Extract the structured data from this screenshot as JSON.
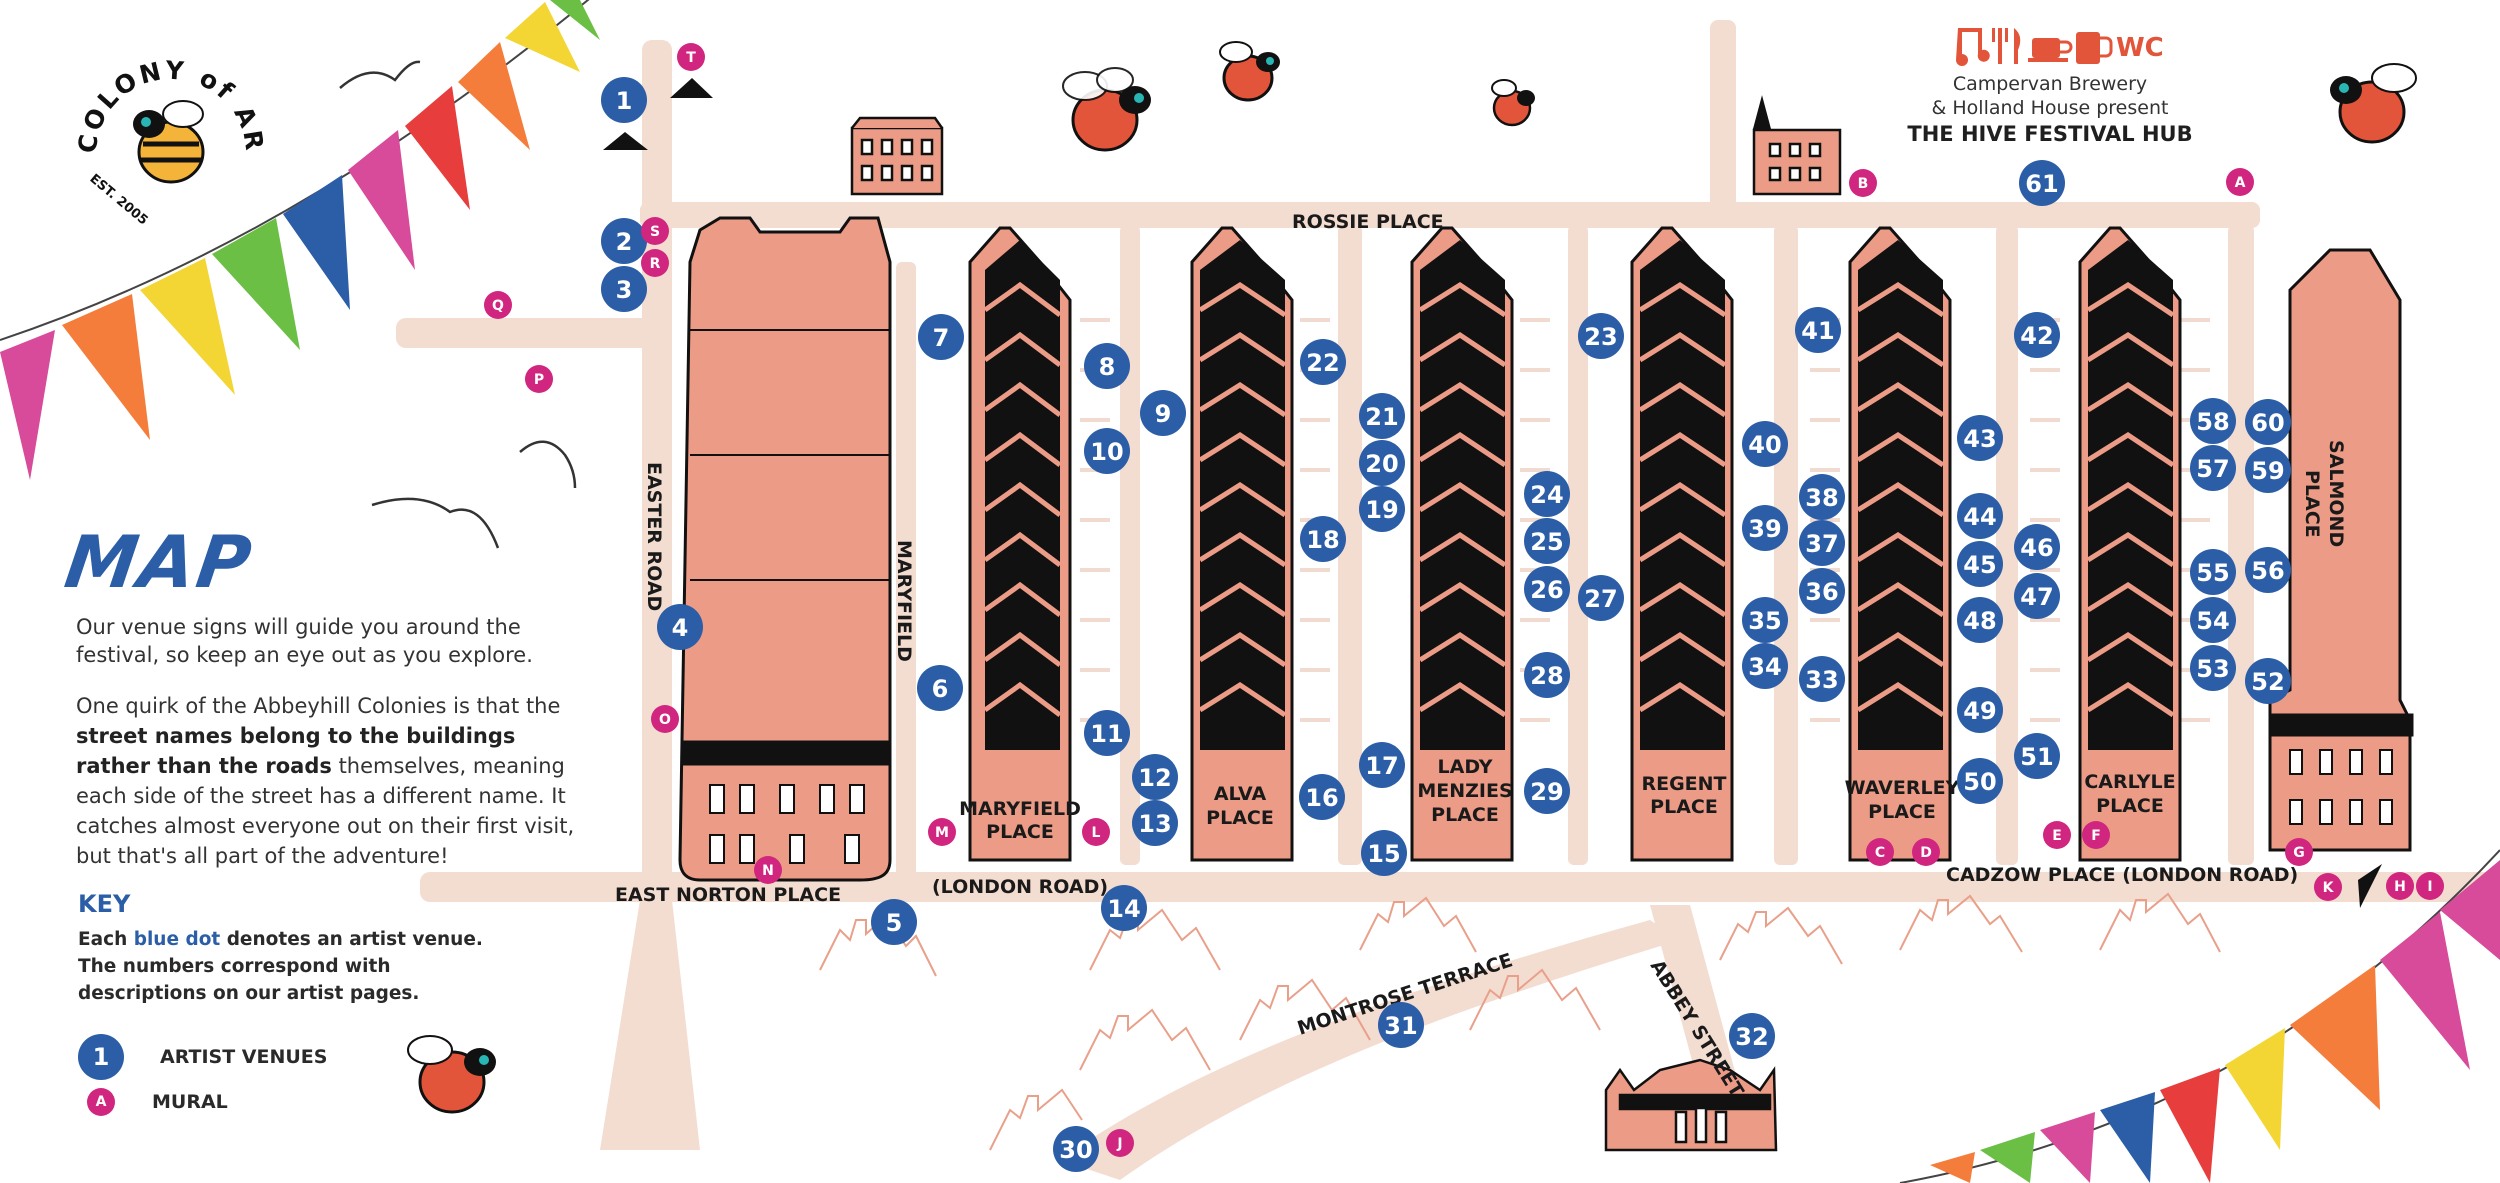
{
  "legend": {
    "title": "MAP",
    "intro_1": "Our venue signs will guide you around the festival, so keep an eye out as you explore.",
    "intro_2_a": "One quirk of the Abbeyhill Colonies is that the ",
    "intro_2_b": "street names belong to the buildings rather than the roads",
    "intro_2_c": " themselves, meaning each side of the street has a different name. It catches almost everyone out on their first visit, but that's all part of the adventure!",
    "key_title": "KEY",
    "key_desc_a": "Each ",
    "key_desc_blue": "blue dot",
    "key_desc_b": " denotes an artist venue. The numbers correspond with descriptions on our artist pages.",
    "key_venue_sample": "1",
    "key_venue_label": "ARTIST VENUES",
    "key_mural_sample": "A",
    "key_mural_label": "MURAL"
  },
  "logo": {
    "name_arc": "COLONY of ARTISTS",
    "est": "EST. 2005",
    "icon": "bee-icon"
  },
  "hub": {
    "icons": [
      "music-note-icon",
      "cutlery-icon",
      "coffee-cup-icon",
      "beer-mug-icon"
    ],
    "wc_label": "WC",
    "line1": "Campervan Brewery",
    "line2": "& Holland House present",
    "line3": "THE HIVE FESTIVAL HUB"
  },
  "colors": {
    "venue_blue": "#2b5ea7",
    "mural_magenta": "#d1267f",
    "building_salmon": "#ec9c86",
    "roof_black": "#111111",
    "road": "#f3dcd0",
    "hub_red": "#e2553a"
  },
  "roads": {
    "rossie": "ROSSIE PLACE",
    "easter": "EASTER ROAD",
    "maryfield": "MARYFIELD",
    "east_norton": "EAST NORTON PLACE",
    "london_road": "(LONDON ROAD)",
    "cadzow": "CADZOW PLACE (LONDON ROAD)",
    "montrose": "MONTROSE TERRACE",
    "abbey": "ABBEY STREET",
    "salmond_1": "SALMOND",
    "salmond_2": "PLACE"
  },
  "buildings": [
    {
      "id": "maryfield",
      "l1": "MARYFIELD",
      "l2": "PLACE",
      "l3": ""
    },
    {
      "id": "alva",
      "l1": "ALVA",
      "l2": "PLACE",
      "l3": ""
    },
    {
      "id": "lady-menzies",
      "l1": "LADY",
      "l2": "MENZIES",
      "l3": "PLACE"
    },
    {
      "id": "regent",
      "l1": "REGENT",
      "l2": "PLACE",
      "l3": ""
    },
    {
      "id": "waverley",
      "l1": "WAVERLEY",
      "l2": "PLACE",
      "l3": ""
    },
    {
      "id": "carlyle",
      "l1": "CARLYLE",
      "l2": "PLACE",
      "l3": ""
    }
  ],
  "venues": [
    "1",
    "2",
    "3",
    "4",
    "5",
    "6",
    "7",
    "8",
    "9",
    "10",
    "11",
    "12",
    "13",
    "14",
    "15",
    "16",
    "17",
    "18",
    "19",
    "20",
    "21",
    "22",
    "23",
    "24",
    "25",
    "26",
    "27",
    "28",
    "29",
    "30",
    "31",
    "32",
    "33",
    "34",
    "35",
    "36",
    "37",
    "38",
    "39",
    "40",
    "41",
    "42",
    "43",
    "44",
    "45",
    "46",
    "47",
    "48",
    "49",
    "50",
    "51",
    "52",
    "53",
    "54",
    "55",
    "56",
    "57",
    "58",
    "59",
    "60",
    "61"
  ],
  "murals": [
    "A",
    "B",
    "C",
    "D",
    "E",
    "F",
    "G",
    "H",
    "I",
    "J",
    "K",
    "L",
    "M",
    "N",
    "O",
    "P",
    "Q",
    "R",
    "S",
    "T"
  ]
}
